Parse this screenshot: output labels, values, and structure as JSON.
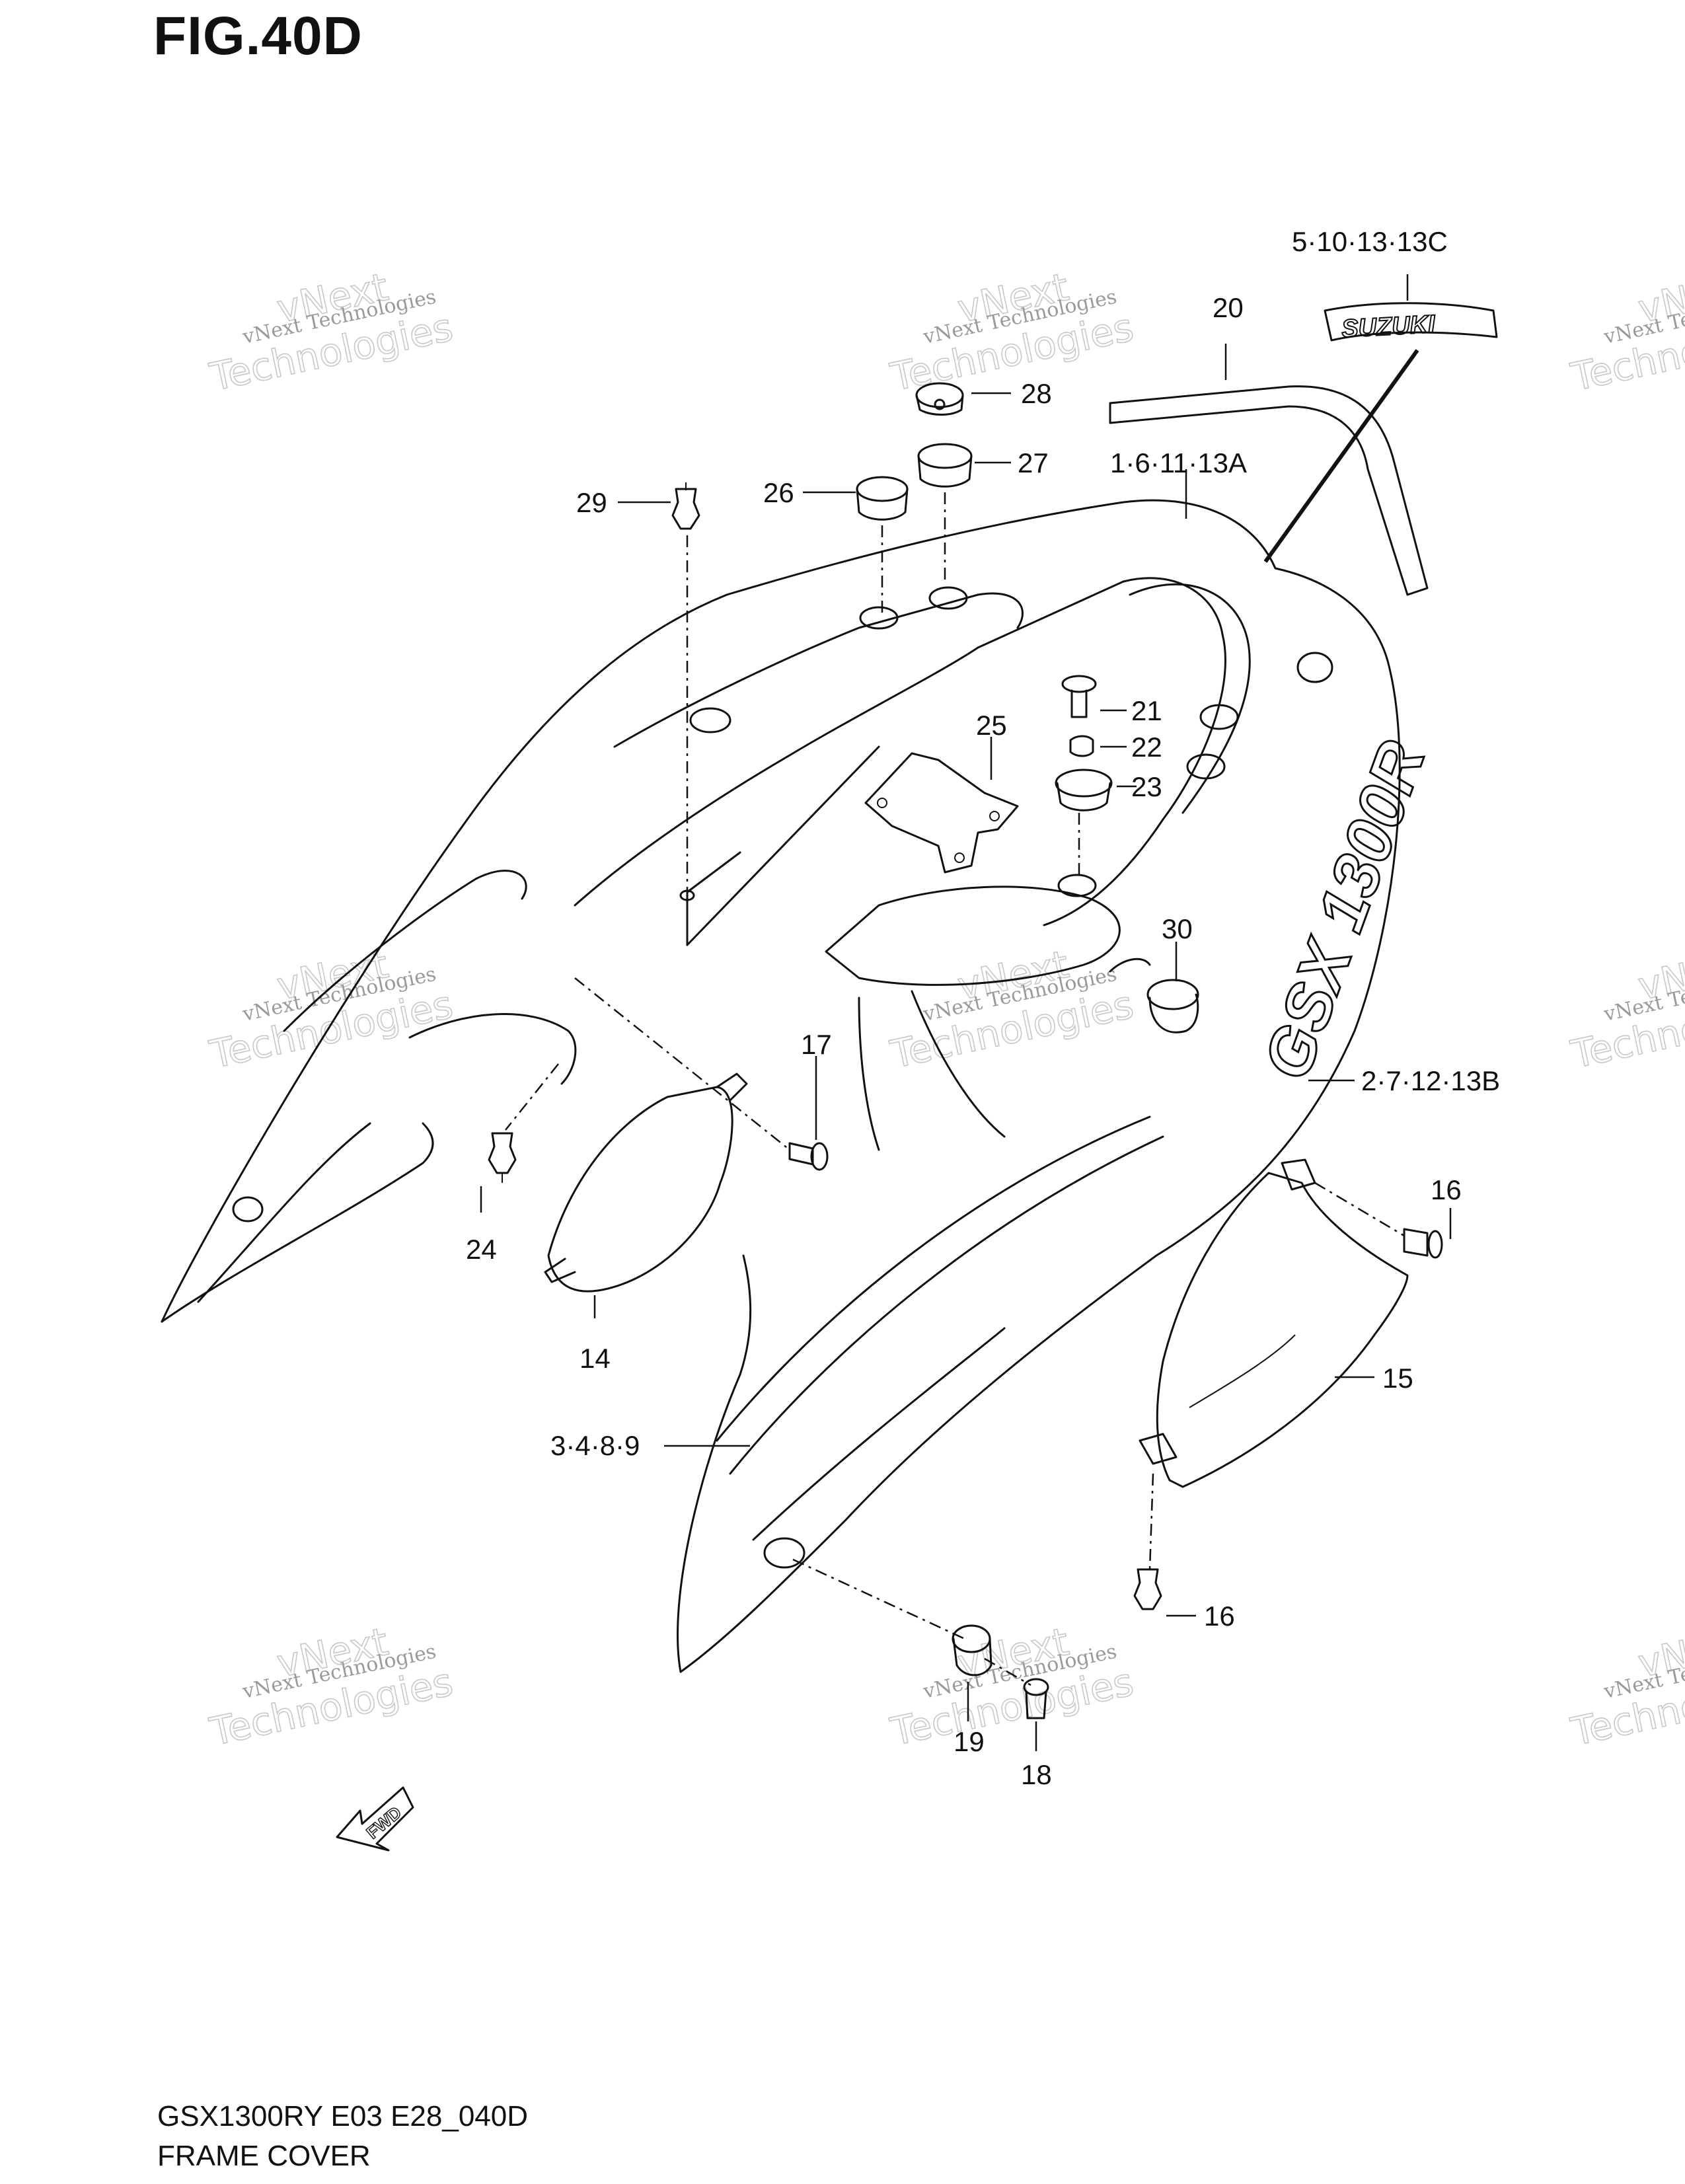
{
  "figure": {
    "title": "FIG.40D"
  },
  "footer": {
    "model_line": "GSX1300RY E03 E28_040D",
    "section_name": "FRAME COVER"
  },
  "decals": {
    "brand_text": "SUZUKI",
    "model_text": "GSX 1300R",
    "fwd_text": "FWD"
  },
  "watermark": {
    "line1": "vNext Technologies",
    "line2": "vNext",
    "line3": "Technologies"
  },
  "callouts": [
    {
      "id": "c-5-10-13-13c",
      "label": "5·10·13·13C"
    },
    {
      "id": "c-20",
      "label": "20"
    },
    {
      "id": "c-28",
      "label": "28"
    },
    {
      "id": "c-27",
      "label": "27"
    },
    {
      "id": "c-26",
      "label": "26"
    },
    {
      "id": "c-29",
      "label": "29"
    },
    {
      "id": "c-1-6-11-13a",
      "label": "1·6·11·13A"
    },
    {
      "id": "c-21",
      "label": "21"
    },
    {
      "id": "c-22",
      "label": "22"
    },
    {
      "id": "c-23",
      "label": "23"
    },
    {
      "id": "c-25",
      "label": "25"
    },
    {
      "id": "c-30",
      "label": "30"
    },
    {
      "id": "c-17",
      "label": "17"
    },
    {
      "id": "c-2-7-12-13b",
      "label": "2·7·12·13B"
    },
    {
      "id": "c-24",
      "label": "24"
    },
    {
      "id": "c-14",
      "label": "14"
    },
    {
      "id": "c-16-top",
      "label": "16"
    },
    {
      "id": "c-15",
      "label": "15"
    },
    {
      "id": "c-3-4-8-9",
      "label": "3·4·8·9"
    },
    {
      "id": "c-16-bottom",
      "label": "16"
    },
    {
      "id": "c-19",
      "label": "19"
    },
    {
      "id": "c-18",
      "label": "18"
    }
  ]
}
